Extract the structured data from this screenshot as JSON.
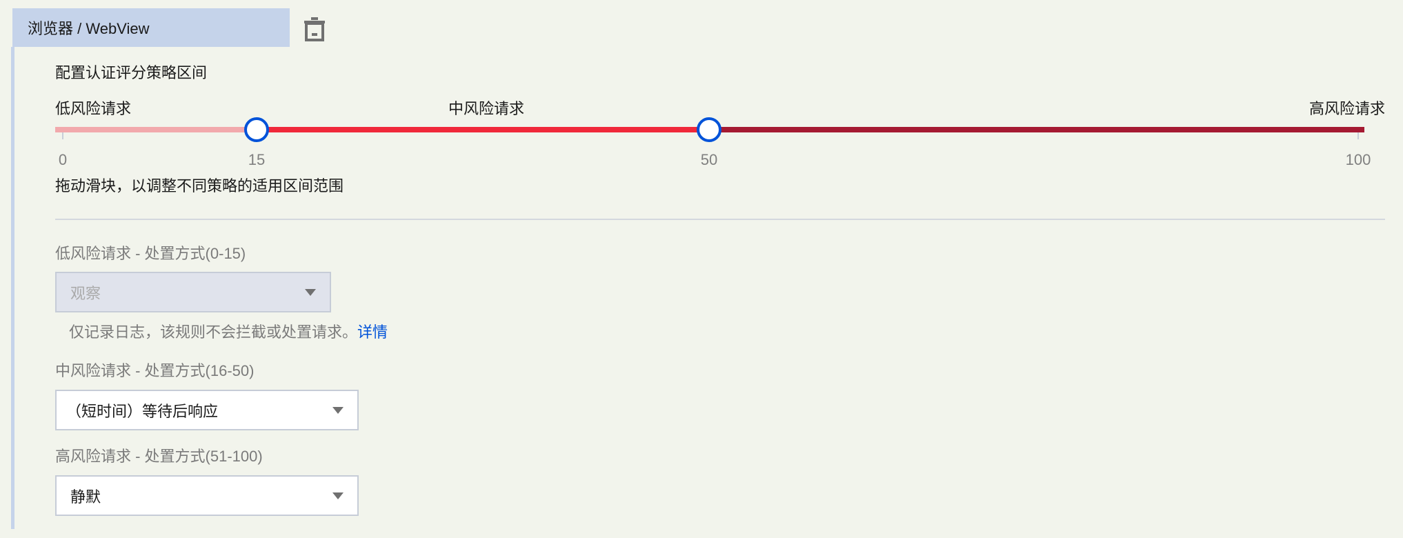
{
  "header": {
    "title": "浏览器 / WebView",
    "delete_icon": "trash-icon"
  },
  "section": {
    "title": "配置认证评分策略区间",
    "hint": "拖动滑块，以调整不同策略的适用区间范围"
  },
  "slider": {
    "min": 0,
    "max": 100,
    "thumbs": [
      15,
      50
    ],
    "range_labels": {
      "low": "低风险请求",
      "mid": "中风险请求",
      "high": "高风险请求"
    },
    "tick_labels": {
      "t0": "0",
      "t15": "15",
      "t50": "50",
      "t100": "100"
    },
    "colors": {
      "low": "#f2a9ac",
      "mid": "#f0283a",
      "high": "#a51a32",
      "thumb_border": "#0052d9"
    }
  },
  "policies": {
    "low": {
      "label": "低风险请求 - 处置方式(0-15)",
      "value": "观察",
      "disabled": true,
      "help_text": "仅记录日志，该规则不会拦截或处置请求。",
      "help_link": "详情"
    },
    "mid": {
      "label": "中风险请求 - 处置方式(16-50)",
      "value": "（短时间）等待后响应"
    },
    "high": {
      "label": "高风险请求 - 处置方式(51-100)",
      "value": "静默"
    }
  }
}
